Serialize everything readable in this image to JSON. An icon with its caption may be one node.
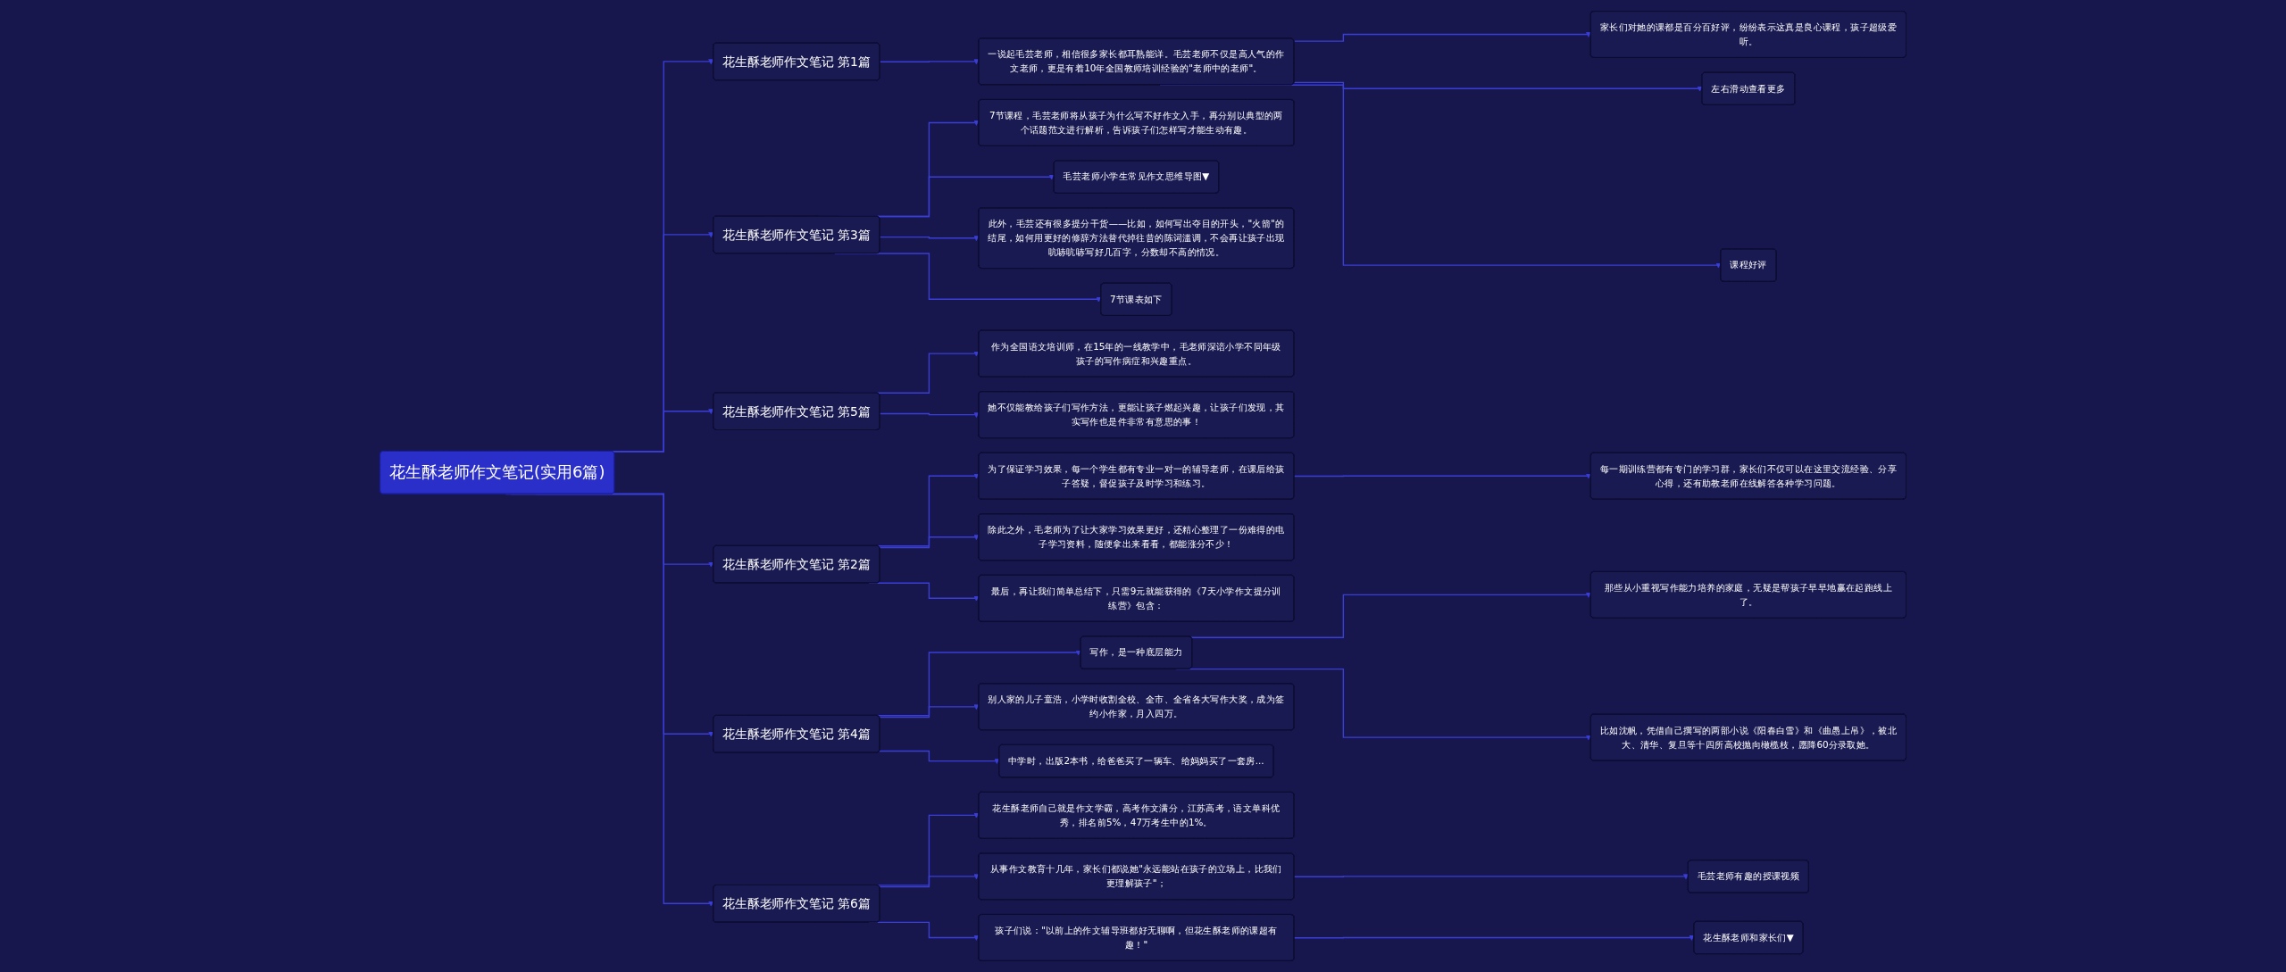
{
  "diagram": {
    "nodes": [
      {
        "text": [
          "花生酥老师作文笔记(实用6篇)"
        ]
      },
      {
        "text": [
          "花生酥老师作文笔记 第1篇"
        ]
      },
      {
        "text": [
          "一说起毛芸老师，相信很多家长都耳熟能详。毛芸老师不仅是高人气的作文老师，更是有着10年全国教师培训经验的\"老师中的老师\"。"
        ]
      },
      {
        "text": [
          "家长们对她的课都是百分百好评，纷纷表示这真是良心课程，孩子超级爱听。"
        ]
      },
      {
        "text": [
          "左右滑动查看更多"
        ]
      },
      {
        "text": [
          "课程好评"
        ]
      },
      {
        "text": [
          "花生酥老师作文笔记 第3篇"
        ]
      },
      {
        "text": [
          "7节课程，毛芸老师将从孩子为什么写不好作文入手，再分别以典型的两个话题范文进行解析，告诉孩子们怎样写才能生动有趣。"
        ]
      },
      {
        "text": [
          "毛芸老师小学生常见作文思维导图▼"
        ]
      },
      {
        "text": [
          "此外，毛芸还有很多提分干货——比如，如何写出夺目的开头，\"火箭\"的结尾，如何用更好的修辞方法替代掉往昔的陈词滥调，不会再让孩子出现吭哧吭哧写好几百字，分数却不高的情况。"
        ]
      },
      {
        "text": [
          "7节课表如下"
        ]
      },
      {
        "text": [
          "花生酥老师作文笔记 第5篇"
        ]
      },
      {
        "text": [
          "作为全国语文培训师，在15年的一线教学中，毛老师深谙小学不同年级孩子的写作病症和兴趣重点。"
        ]
      },
      {
        "text": [
          "她不仅能教给孩子们写作方法，更能让孩子燃起兴趣，让孩子们发现，其实写作也是件非常有意思的事！"
        ]
      },
      {
        "text": [
          "花生酥老师作文笔记 第2篇"
        ]
      },
      {
        "text": [
          "为了保证学习效果，每一个学生都有专业一对一的辅导老师，在课后给孩子答疑，督促孩子及时学习和练习。"
        ]
      },
      {
        "text": [
          "每一期训练营都有专门的学习群，家长们不仅可以在这里交流经验、分享心得，还有助教老师在线解答各种学习问题。"
        ]
      },
      {
        "text": [
          "除此之外，毛老师为了让大家学习效果更好，还精心整理了一份难得的电子学习资料，随便拿出来看看，都能涨分不少！"
        ]
      },
      {
        "text": [
          "最后，再让我们简单总结下，只需9元就能获得的《7天小学作文提分训练营》包含："
        ]
      },
      {
        "text": [
          "花生酥老师作文笔记 第4篇"
        ]
      },
      {
        "text": [
          "写作，是一种底层能力"
        ]
      },
      {
        "text": [
          "那些从小重视写作能力培养的家庭，无疑是帮孩子早早地赢在起跑线上了。"
        ]
      },
      {
        "text": [
          "比如沈帆，凭借自己撰写的两部小说《阳春白雪》和《曲愚上吊》，被北大、清华、复旦等十四所高校抛向橄榄枝，愿降60分录取她。"
        ]
      },
      {
        "text": [
          "别人家的儿子童浩，小学时收割全校、全市、全省各大写作大奖，成为签约小作家，月入四万。"
        ]
      },
      {
        "text": [
          "中学时，出版2本书，给爸爸买了一辆车、给妈妈买了一套房..."
        ]
      },
      {
        "text": [
          "花生酥老师作文笔记 第6篇"
        ]
      },
      {
        "text": [
          "花生酥老师自己就是作文学霸，高考作文满分，江苏高考，语文单科优秀，排名前5%，47万考生中的1%。"
        ]
      },
      {
        "text": [
          "从事作文教育十几年，家长们都说她\"永远能站在孩子的立场上，比我们更理解孩子\"；"
        ]
      },
      {
        "text": [
          "毛芸老师有趣的授课视频"
        ]
      },
      {
        "text": [
          "孩子们说：\"以前上的作文辅导班都好无聊啊，但花生酥老师的课超有趣！\""
        ]
      },
      {
        "text": [
          "花生酥老师和家长们▼"
        ]
      }
    ],
    "edges": [
      {
        "from": 0,
        "to": 1,
        "arrow": "to"
      },
      {
        "from": 1,
        "to": 2,
        "arrow": "to"
      },
      {
        "from": 2,
        "to": 3,
        "arrow": "to"
      },
      {
        "from": 2,
        "to": 4,
        "arrow": "to"
      },
      {
        "from": 2,
        "to": 5,
        "arrow": "to"
      },
      {
        "from": 0,
        "to": 6,
        "arrow": "to"
      },
      {
        "from": 6,
        "to": 7,
        "arrow": "to"
      },
      {
        "from": 6,
        "to": 8,
        "arrow": "to"
      },
      {
        "from": 6,
        "to": 9,
        "arrow": "to"
      },
      {
        "from": 6,
        "to": 10,
        "arrow": "to"
      },
      {
        "from": 0,
        "to": 11,
        "arrow": "to"
      },
      {
        "from": 11,
        "to": 12,
        "arrow": "to"
      },
      {
        "from": 11,
        "to": 13,
        "arrow": "to"
      },
      {
        "from": 0,
        "to": 14,
        "arrow": "to"
      },
      {
        "from": 14,
        "to": 15,
        "arrow": "to"
      },
      {
        "from": 15,
        "to": 16,
        "arrow": "to"
      },
      {
        "from": 14,
        "to": 17,
        "arrow": "to"
      },
      {
        "from": 14,
        "to": 18,
        "arrow": "to"
      },
      {
        "from": 0,
        "to": 19,
        "arrow": "to"
      },
      {
        "from": 19,
        "to": 20,
        "arrow": "to"
      },
      {
        "from": 20,
        "to": 21,
        "arrow": "to"
      },
      {
        "from": 20,
        "to": 22,
        "arrow": "to"
      },
      {
        "from": 19,
        "to": 23,
        "arrow": "to"
      },
      {
        "from": 19,
        "to": 24,
        "arrow": "to"
      },
      {
        "from": 0,
        "to": 25,
        "arrow": "to"
      },
      {
        "from": 25,
        "to": 26,
        "arrow": "to"
      },
      {
        "from": 25,
        "to": 27,
        "arrow": "to"
      },
      {
        "from": 27,
        "to": 28,
        "arrow": "to"
      },
      {
        "from": 25,
        "to": 29,
        "arrow": "to"
      },
      {
        "from": 29,
        "to": 30,
        "arrow": "to"
      }
    ]
  }
}
